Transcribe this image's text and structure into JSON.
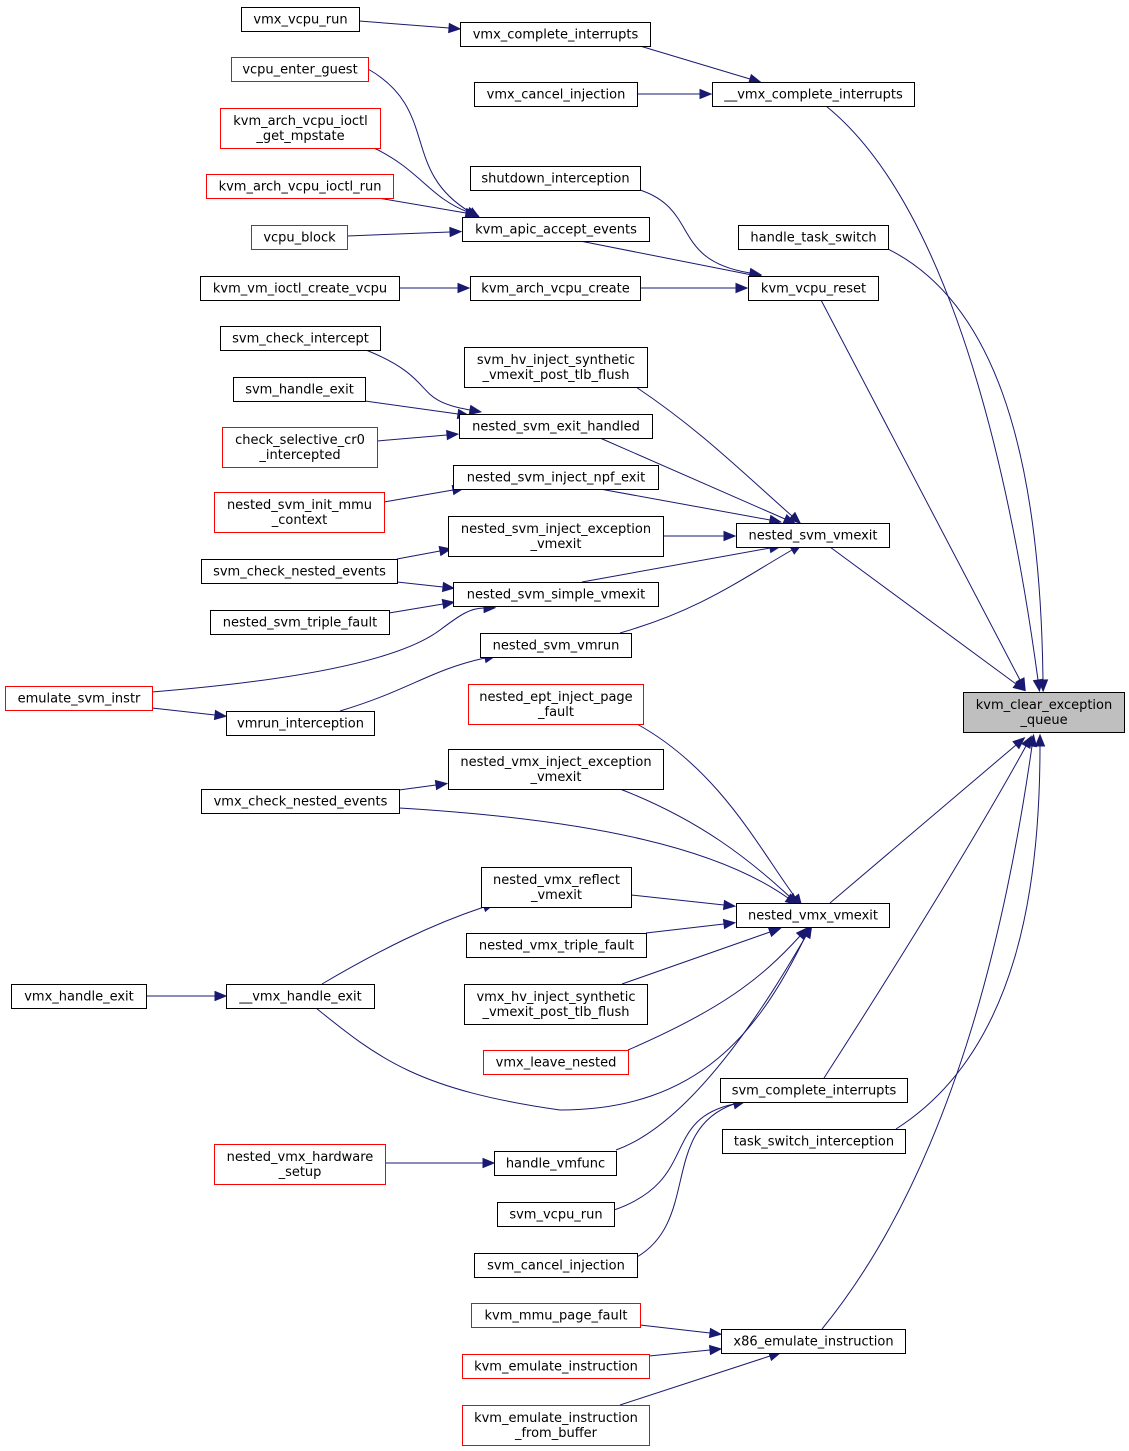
{
  "graph": {
    "type": "doxygen-caller-graph",
    "colors": {
      "edge": "#191970",
      "normal_border": "#000000",
      "truncated_border": "#ff0000",
      "focus_fill": "#bfbfbf",
      "background": "#ffffff"
    },
    "nodes": [
      {
        "id": "kcq",
        "lines": [
          "kvm_clear_exception",
          "_queue"
        ],
        "focus": true
      },
      {
        "id": "vmx_vcpu_run",
        "lines": [
          "vmx_vcpu_run"
        ]
      },
      {
        "id": "vmx_complete_interrupts",
        "lines": [
          "vmx_complete_interrupts"
        ]
      },
      {
        "id": "vmx_cancel_injection",
        "lines": [
          "vmx_cancel_injection"
        ]
      },
      {
        "id": "__vmx_complete_interrupts",
        "lines": [
          "__vmx_complete_interrupts"
        ]
      },
      {
        "id": "vcpu_enter_guest",
        "lines": [
          "vcpu_enter_guest"
        ],
        "truncated": true
      },
      {
        "id": "kvm_arch_vcpu_ioctl_get_mpstate",
        "lines": [
          "kvm_arch_vcpu_ioctl",
          "_get_mpstate"
        ],
        "truncated": true
      },
      {
        "id": "kvm_arch_vcpu_ioctl_run",
        "lines": [
          "kvm_arch_vcpu_ioctl_run"
        ],
        "truncated": true
      },
      {
        "id": "vcpu_block",
        "lines": [
          "vcpu_block"
        ],
        "truncated": true
      },
      {
        "id": "shutdown_interception",
        "lines": [
          "shutdown_interception"
        ]
      },
      {
        "id": "kvm_apic_accept_events",
        "lines": [
          "kvm_apic_accept_events"
        ]
      },
      {
        "id": "handle_task_switch",
        "lines": [
          "handle_task_switch"
        ]
      },
      {
        "id": "kvm_vm_ioctl_create_vcpu",
        "lines": [
          "kvm_vm_ioctl_create_vcpu"
        ]
      },
      {
        "id": "kvm_arch_vcpu_create",
        "lines": [
          "kvm_arch_vcpu_create"
        ]
      },
      {
        "id": "kvm_vcpu_reset",
        "lines": [
          "kvm_vcpu_reset"
        ]
      },
      {
        "id": "svm_check_intercept",
        "lines": [
          "svm_check_intercept"
        ]
      },
      {
        "id": "svm_hv_inject_synthetic_vmexit_post_tlb_flush",
        "lines": [
          "svm_hv_inject_synthetic",
          "_vmexit_post_tlb_flush"
        ]
      },
      {
        "id": "svm_handle_exit",
        "lines": [
          "svm_handle_exit"
        ]
      },
      {
        "id": "nested_svm_exit_handled",
        "lines": [
          "nested_svm_exit_handled"
        ]
      },
      {
        "id": "check_selective_cr0_intercepted",
        "lines": [
          "check_selective_cr0",
          "_intercepted"
        ],
        "truncated": true
      },
      {
        "id": "nested_svm_inject_npf_exit",
        "lines": [
          "nested_svm_inject_npf_exit"
        ]
      },
      {
        "id": "nested_svm_init_mmu_context",
        "lines": [
          "nested_svm_init_mmu",
          "_context"
        ],
        "truncated": true
      },
      {
        "id": "nested_svm_inject_exception_vmexit",
        "lines": [
          "nested_svm_inject_exception",
          "_vmexit"
        ]
      },
      {
        "id": "nested_svm_vmexit",
        "lines": [
          "nested_svm_vmexit"
        ]
      },
      {
        "id": "svm_check_nested_events",
        "lines": [
          "svm_check_nested_events"
        ]
      },
      {
        "id": "nested_svm_simple_vmexit",
        "lines": [
          "nested_svm_simple_vmexit"
        ]
      },
      {
        "id": "nested_svm_triple_fault",
        "lines": [
          "nested_svm_triple_fault"
        ]
      },
      {
        "id": "nested_svm_vmrun",
        "lines": [
          "nested_svm_vmrun"
        ]
      },
      {
        "id": "emulate_svm_instr",
        "lines": [
          "emulate_svm_instr"
        ],
        "truncated": true
      },
      {
        "id": "vmrun_interception",
        "lines": [
          "vmrun_interception"
        ]
      },
      {
        "id": "nested_ept_inject_page_fault",
        "lines": [
          "nested_ept_inject_page",
          "_fault"
        ],
        "truncated": true
      },
      {
        "id": "nested_vmx_inject_exception_vmexit",
        "lines": [
          "nested_vmx_inject_exception",
          "_vmexit"
        ]
      },
      {
        "id": "vmx_check_nested_events",
        "lines": [
          "vmx_check_nested_events"
        ]
      },
      {
        "id": "nested_vmx_reflect_vmexit",
        "lines": [
          "nested_vmx_reflect",
          "_vmexit"
        ]
      },
      {
        "id": "nested_vmx_vmexit",
        "lines": [
          "nested_vmx_vmexit"
        ]
      },
      {
        "id": "nested_vmx_triple_fault",
        "lines": [
          "nested_vmx_triple_fault"
        ]
      },
      {
        "id": "vmx_handle_exit",
        "lines": [
          "vmx_handle_exit"
        ]
      },
      {
        "id": "__vmx_handle_exit",
        "lines": [
          "__vmx_handle_exit"
        ]
      },
      {
        "id": "vmx_hv_inject_synthetic_vmexit_post_tlb_flush",
        "lines": [
          "vmx_hv_inject_synthetic",
          "_vmexit_post_tlb_flush"
        ]
      },
      {
        "id": "vmx_leave_nested",
        "lines": [
          "vmx_leave_nested"
        ],
        "truncated": true
      },
      {
        "id": "svm_complete_interrupts",
        "lines": [
          "svm_complete_interrupts"
        ]
      },
      {
        "id": "task_switch_interception",
        "lines": [
          "task_switch_interception"
        ]
      },
      {
        "id": "nested_vmx_hardware_setup",
        "lines": [
          "nested_vmx_hardware",
          "_setup"
        ],
        "truncated": true
      },
      {
        "id": "handle_vmfunc",
        "lines": [
          "handle_vmfunc"
        ]
      },
      {
        "id": "svm_vcpu_run",
        "lines": [
          "svm_vcpu_run"
        ]
      },
      {
        "id": "svm_cancel_injection",
        "lines": [
          "svm_cancel_injection"
        ]
      },
      {
        "id": "kvm_mmu_page_fault",
        "lines": [
          "kvm_mmu_page_fault"
        ],
        "truncated": true
      },
      {
        "id": "x86_emulate_instruction",
        "lines": [
          "x86_emulate_instruction"
        ]
      },
      {
        "id": "kvm_emulate_instruction",
        "lines": [
          "kvm_emulate_instruction"
        ],
        "truncated": true
      },
      {
        "id": "kvm_emulate_instruction_from_buffer",
        "lines": [
          "kvm_emulate_instruction",
          "_from_buffer"
        ],
        "truncated": true
      }
    ],
    "edges": [
      [
        "vmx_vcpu_run",
        "vmx_complete_interrupts"
      ],
      [
        "vmx_complete_interrupts",
        "__vmx_complete_interrupts"
      ],
      [
        "vmx_cancel_injection",
        "__vmx_complete_interrupts"
      ],
      [
        "__vmx_complete_interrupts",
        "kcq"
      ],
      [
        "vcpu_enter_guest",
        "kvm_apic_accept_events"
      ],
      [
        "kvm_arch_vcpu_ioctl_get_mpstate",
        "kvm_apic_accept_events"
      ],
      [
        "kvm_arch_vcpu_ioctl_run",
        "kvm_apic_accept_events"
      ],
      [
        "vcpu_block",
        "kvm_apic_accept_events"
      ],
      [
        "kvm_apic_accept_events",
        "kvm_vcpu_reset"
      ],
      [
        "shutdown_interception",
        "kvm_vcpu_reset"
      ],
      [
        "kvm_vm_ioctl_create_vcpu",
        "kvm_arch_vcpu_create"
      ],
      [
        "kvm_arch_vcpu_create",
        "kvm_vcpu_reset"
      ],
      [
        "kvm_vcpu_reset",
        "kcq"
      ],
      [
        "handle_task_switch",
        "kcq"
      ],
      [
        "svm_check_intercept",
        "nested_svm_exit_handled"
      ],
      [
        "svm_handle_exit",
        "nested_svm_exit_handled"
      ],
      [
        "check_selective_cr0_intercepted",
        "nested_svm_exit_handled"
      ],
      [
        "nested_svm_exit_handled",
        "nested_svm_vmexit"
      ],
      [
        "svm_hv_inject_synthetic_vmexit_post_tlb_flush",
        "nested_svm_vmexit"
      ],
      [
        "nested_svm_init_mmu_context",
        "nested_svm_inject_npf_exit"
      ],
      [
        "nested_svm_inject_npf_exit",
        "nested_svm_vmexit"
      ],
      [
        "svm_check_nested_events",
        "nested_svm_inject_exception_vmexit"
      ],
      [
        "nested_svm_inject_exception_vmexit",
        "nested_svm_vmexit"
      ],
      [
        "svm_check_nested_events",
        "nested_svm_simple_vmexit"
      ],
      [
        "nested_svm_triple_fault",
        "nested_svm_simple_vmexit"
      ],
      [
        "emulate_svm_instr",
        "nested_svm_simple_vmexit"
      ],
      [
        "nested_svm_simple_vmexit",
        "nested_svm_vmexit"
      ],
      [
        "nested_svm_vmrun",
        "nested_svm_vmexit"
      ],
      [
        "vmrun_interception",
        "nested_svm_vmrun"
      ],
      [
        "emulate_svm_instr",
        "vmrun_interception"
      ],
      [
        "nested_svm_vmexit",
        "kcq"
      ],
      [
        "nested_ept_inject_page_fault",
        "nested_vmx_vmexit"
      ],
      [
        "vmx_check_nested_events",
        "nested_vmx_inject_exception_vmexit"
      ],
      [
        "nested_vmx_inject_exception_vmexit",
        "nested_vmx_vmexit"
      ],
      [
        "vmx_check_nested_events",
        "nested_vmx_vmexit"
      ],
      [
        "nested_vmx_reflect_vmexit",
        "nested_vmx_vmexit"
      ],
      [
        "nested_vmx_triple_fault",
        "nested_vmx_vmexit"
      ],
      [
        "vmx_hv_inject_synthetic_vmexit_post_tlb_flush",
        "nested_vmx_vmexit"
      ],
      [
        "vmx_leave_nested",
        "nested_vmx_vmexit"
      ],
      [
        "__vmx_handle_exit",
        "nested_vmx_reflect_vmexit"
      ],
      [
        "__vmx_handle_exit",
        "nested_vmx_vmexit"
      ],
      [
        "vmx_handle_exit",
        "__vmx_handle_exit"
      ],
      [
        "handle_vmfunc",
        "nested_vmx_vmexit"
      ],
      [
        "nested_vmx_hardware_setup",
        "handle_vmfunc"
      ],
      [
        "nested_vmx_vmexit",
        "kcq"
      ],
      [
        "svm_vcpu_run",
        "svm_complete_interrupts"
      ],
      [
        "svm_cancel_injection",
        "svm_complete_interrupts"
      ],
      [
        "svm_complete_interrupts",
        "kcq"
      ],
      [
        "task_switch_interception",
        "kcq"
      ],
      [
        "kvm_mmu_page_fault",
        "x86_emulate_instruction"
      ],
      [
        "kvm_emulate_instruction",
        "x86_emulate_instruction"
      ],
      [
        "kvm_emulate_instruction_from_buffer",
        "x86_emulate_instruction"
      ],
      [
        "x86_emulate_instruction",
        "kcq"
      ]
    ]
  }
}
